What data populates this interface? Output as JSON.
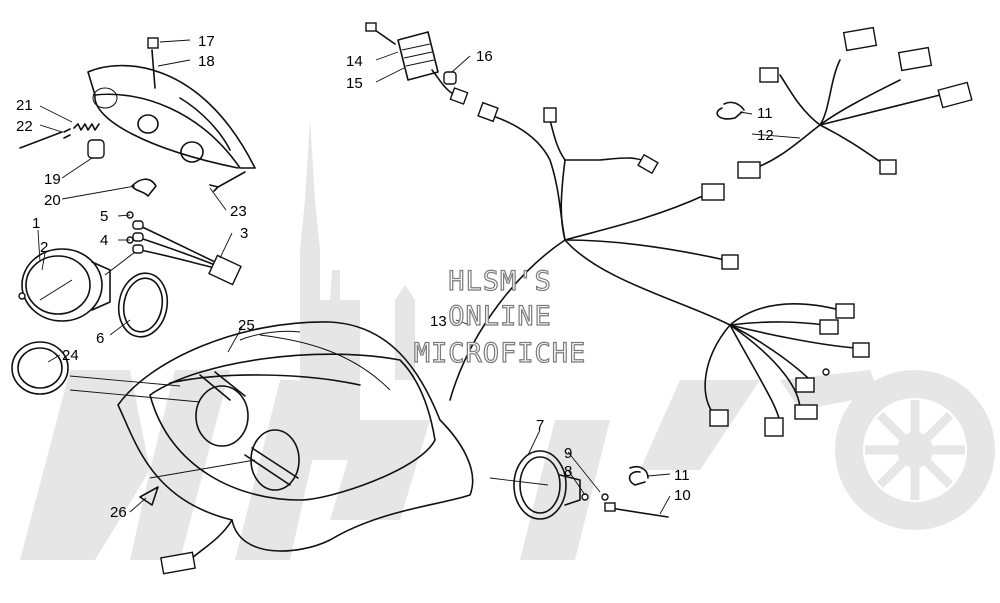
{
  "watermark": {
    "lines": [
      "HLSM'S",
      "ONLINE",
      "MICROFICHE"
    ]
  },
  "callouts": [
    {
      "id": "c1",
      "label": "1"
    },
    {
      "id": "c2",
      "label": "2"
    },
    {
      "id": "c3",
      "label": "3"
    },
    {
      "id": "c4",
      "label": "4"
    },
    {
      "id": "c5",
      "label": "5"
    },
    {
      "id": "c6",
      "label": "6"
    },
    {
      "id": "c7",
      "label": "7"
    },
    {
      "id": "c8",
      "label": "8"
    },
    {
      "id": "c9",
      "label": "9"
    },
    {
      "id": "c10",
      "label": "10"
    },
    {
      "id": "c11a",
      "label": "11"
    },
    {
      "id": "c11b",
      "label": "11"
    },
    {
      "id": "c12",
      "label": "12"
    },
    {
      "id": "c13",
      "label": "13"
    },
    {
      "id": "c14",
      "label": "14"
    },
    {
      "id": "c15",
      "label": "15"
    },
    {
      "id": "c16",
      "label": "16"
    },
    {
      "id": "c17",
      "label": "17"
    },
    {
      "id": "c18",
      "label": "18"
    },
    {
      "id": "c19",
      "label": "19"
    },
    {
      "id": "c20",
      "label": "20"
    },
    {
      "id": "c21",
      "label": "21"
    },
    {
      "id": "c22",
      "label": "22"
    },
    {
      "id": "c23",
      "label": "23"
    },
    {
      "id": "c24",
      "label": "24"
    },
    {
      "id": "c25",
      "label": "25"
    },
    {
      "id": "c26",
      "label": "26"
    }
  ]
}
